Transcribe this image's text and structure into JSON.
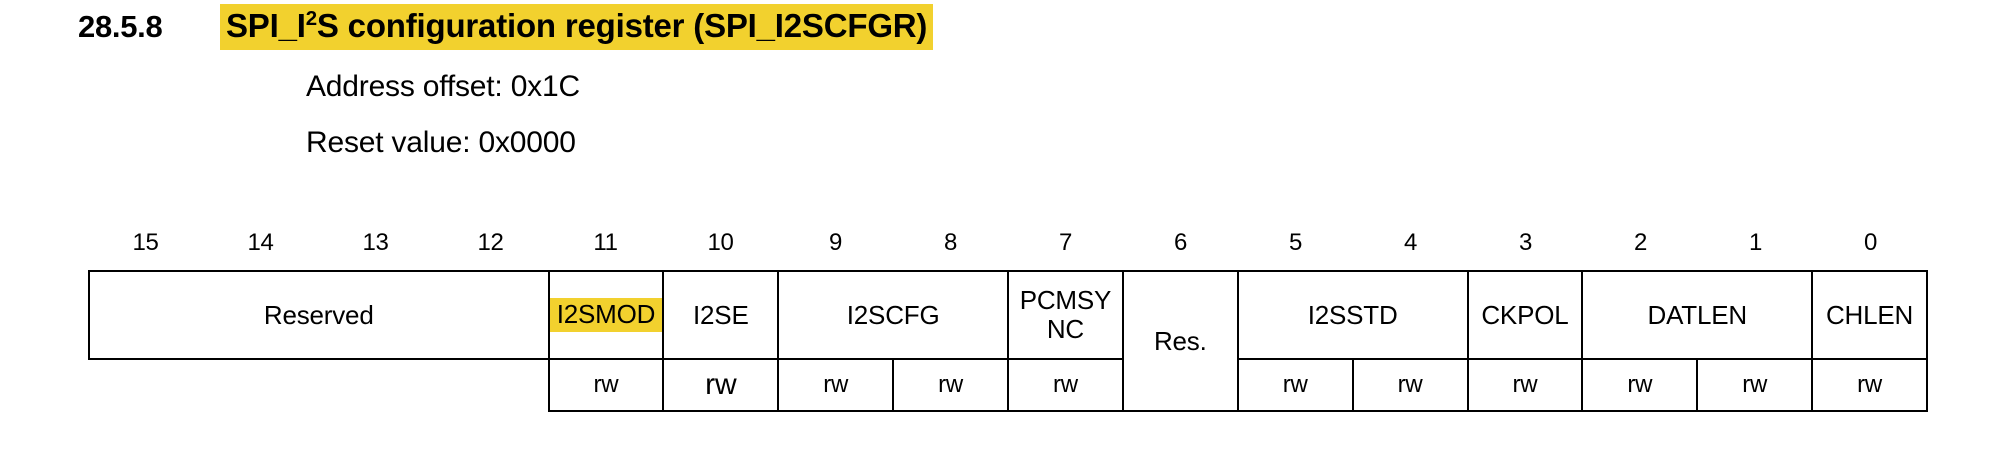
{
  "heading": {
    "number": "28.5.8",
    "title_before_sup": "SPI_I",
    "title_sup": "2",
    "title_after_sup": "S configuration register (SPI_I2SCFGR)",
    "highlight_color": "#F2D12E"
  },
  "meta": {
    "address_offset": "Address offset: 0x1C",
    "reset_value": "Reset value: 0x0000"
  },
  "register": {
    "bit_numbers": [
      "15",
      "14",
      "13",
      "12",
      "11",
      "10",
      "9",
      "8",
      "7",
      "6",
      "5",
      "4",
      "3",
      "2",
      "1",
      "0"
    ],
    "fields": [
      {
        "label": "Reserved",
        "span": 4,
        "highlight": false,
        "access": null
      },
      {
        "label": "I2SMOD",
        "span": 1,
        "highlight": true,
        "access": "rw"
      },
      {
        "label": "I2SE",
        "span": 1,
        "highlight": false,
        "access": "rw",
        "access_large": true
      },
      {
        "label": "I2SCFG",
        "span": 2,
        "highlight": false,
        "access": "rw",
        "access_per_bit": true
      },
      {
        "label": "PCMSY\nNC",
        "span": 1,
        "highlight": false,
        "access": "rw"
      },
      {
        "label": "Res.",
        "span": 1,
        "highlight": false,
        "access": null,
        "full_height": true
      },
      {
        "label": "I2SSTD",
        "span": 2,
        "highlight": false,
        "access": "rw",
        "access_per_bit": true
      },
      {
        "label": "CKPOL",
        "span": 1,
        "highlight": false,
        "access": "rw"
      },
      {
        "label": "DATLEN",
        "span": 2,
        "highlight": false,
        "access": "rw",
        "access_per_bit": true
      },
      {
        "label": "CHLEN",
        "span": 1,
        "highlight": false,
        "access": "rw"
      }
    ],
    "field_row_cells": [
      {
        "text": "Reserved",
        "colspan": 4,
        "rowspan": 1,
        "highlight": false
      },
      {
        "text": "I2SMOD",
        "colspan": 1,
        "rowspan": 1,
        "highlight": true
      },
      {
        "text": "I2SE",
        "colspan": 1,
        "rowspan": 1,
        "highlight": false
      },
      {
        "text": "I2SCFG",
        "colspan": 2,
        "rowspan": 1,
        "highlight": false
      },
      {
        "text": "PCMSYNC",
        "colspan": 1,
        "rowspan": 1,
        "highlight": false,
        "line1": "PCMSY",
        "line2": "NC"
      },
      {
        "text": "Res.",
        "colspan": 1,
        "rowspan": 2,
        "highlight": false
      },
      {
        "text": "I2SSTD",
        "colspan": 2,
        "rowspan": 1,
        "highlight": false
      },
      {
        "text": "CKPOL",
        "colspan": 1,
        "rowspan": 1,
        "highlight": false
      },
      {
        "text": "DATLEN",
        "colspan": 2,
        "rowspan": 1,
        "highlight": false
      },
      {
        "text": "CHLEN",
        "colspan": 1,
        "rowspan": 1,
        "highlight": false
      }
    ],
    "access_row_cells": [
      {
        "text": "",
        "colspan": 4,
        "empty": true,
        "large": false
      },
      {
        "text": "rw",
        "colspan": 1,
        "empty": false,
        "large": false
      },
      {
        "text": "rw",
        "colspan": 1,
        "empty": false,
        "large": true
      },
      {
        "text": "rw",
        "colspan": 1,
        "empty": false,
        "large": false
      },
      {
        "text": "rw",
        "colspan": 1,
        "empty": false,
        "large": false
      },
      {
        "text": "rw",
        "colspan": 1,
        "empty": false,
        "large": false
      },
      {
        "text": "rw",
        "colspan": 1,
        "empty": false,
        "large": false
      },
      {
        "text": "rw",
        "colspan": 1,
        "empty": false,
        "large": false
      },
      {
        "text": "rw",
        "colspan": 1,
        "empty": false,
        "large": false
      },
      {
        "text": "rw",
        "colspan": 1,
        "empty": false,
        "large": false
      },
      {
        "text": "rw",
        "colspan": 1,
        "empty": false,
        "large": false
      },
      {
        "text": "rw",
        "colspan": 1,
        "empty": false,
        "large": false
      }
    ]
  }
}
